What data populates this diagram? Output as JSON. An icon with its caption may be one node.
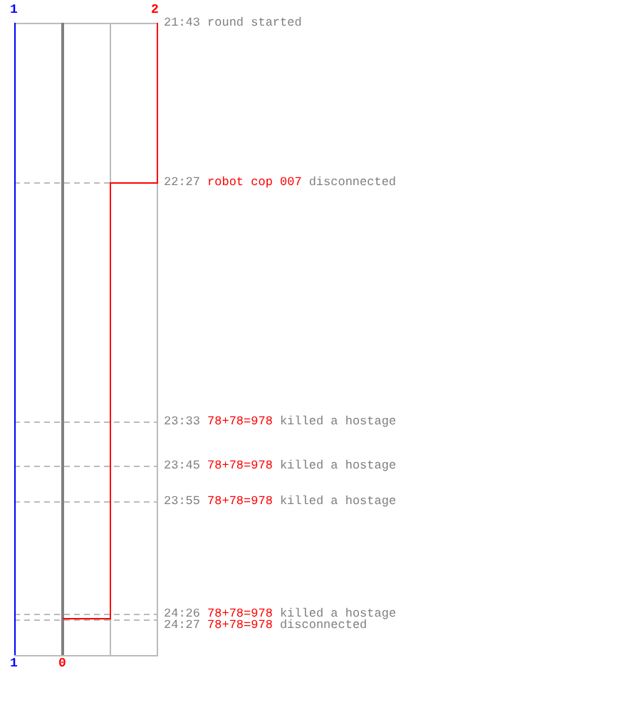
{
  "diagram": {
    "labels": [
      "1",
      "2",
      "21:43",
      "round started",
      "22:27",
      "robot cop 007",
      "disconnected",
      "23:33",
      "78+78=978",
      "killed a hostage",
      "23:45",
      "78+78=978",
      "killed a hostage",
      "23:55",
      "78+78=978",
      "killed a hostage",
      "24:26",
      "78+78=978",
      "killed a hostage",
      "24:27",
      "78+78=978",
      "disconnected",
      "1",
      "0"
    ]
  }
}
